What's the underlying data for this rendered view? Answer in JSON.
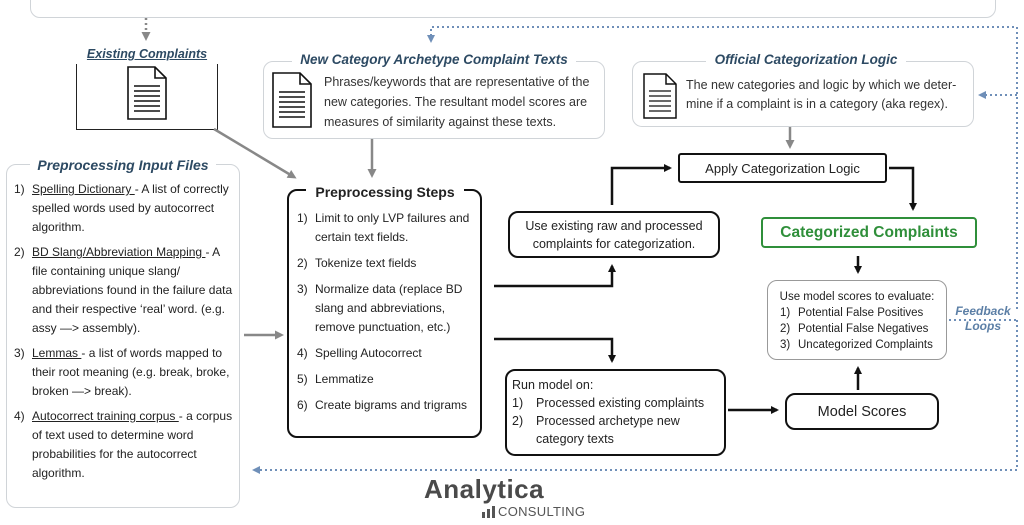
{
  "existing": {
    "title": "Existing Complaints"
  },
  "archetype": {
    "title": "New Category Archetype Complaint Texts",
    "text": "Phrases/keywords that are representative of the new categories. The resultant model scores are measures of similarity against these texts."
  },
  "logic": {
    "title": "Official Categorization Logic",
    "text": "The new categories and logic by which we deter-mine if a complaint is in a category (aka regex)."
  },
  "inputs": {
    "title": "Preprocessing Input Files",
    "items": [
      {
        "num": "1)",
        "term": "Spelling Dictionary ",
        "desc": "- A list of correctly spelled words used by autocorrect algorithm."
      },
      {
        "num": "2)",
        "term": "BD Slang/Abbreviation Mapping ",
        "desc": "- A file containing unique slang/ abbreviations found in the failure data and their respective ‘real’ word. (e.g. assy —> assembly)."
      },
      {
        "num": "3)",
        "term": "Lemmas ",
        "desc": "- a list of words mapped to their root meaning (e.g. break, broke, broken —> break)."
      },
      {
        "num": "4)",
        "term": "Autocorrect training corpus ",
        "desc": "- a corpus of text used to determine word probabilities for the autocorrect algorithm."
      }
    ]
  },
  "steps": {
    "title": "Preprocessing Steps",
    "items": [
      {
        "num": "1)",
        "text": "Limit to only LVP failures and certain text fields."
      },
      {
        "num": "2)",
        "text": "Tokenize text fields"
      },
      {
        "num": "3)",
        "text": "Normalize data (replace BD slang and abbreviations, remove punctuation, etc.)"
      },
      {
        "num": "4)",
        "text": "Spelling Autocorrect"
      },
      {
        "num": "5)",
        "text": "Lemmatize"
      },
      {
        "num": "6)",
        "text": "Create bigrams and trigrams"
      }
    ]
  },
  "use_existing": {
    "text": "Use existing raw and processed complaints for categorization."
  },
  "apply": {
    "text": "Apply Categorization Logic"
  },
  "categorized": {
    "text": "Categorized Complaints"
  },
  "evaluate": {
    "title": "Use model scores to evaluate:",
    "items": [
      {
        "num": "1)",
        "text": "Potential False Positives"
      },
      {
        "num": "2)",
        "text": "Potential False Negatives"
      },
      {
        "num": "3)",
        "text": "Uncategorized Complaints"
      }
    ]
  },
  "feedback": {
    "line1": "Feedback",
    "line2": "Loops"
  },
  "run_model": {
    "title": "Run model on:",
    "items": [
      {
        "num": "1)",
        "text": "Processed existing complaints"
      },
      {
        "num": "2)",
        "text": "Processed archetype new category texts"
      }
    ]
  },
  "scores": {
    "text": "Model Scores"
  },
  "logo": {
    "name": "Analytica",
    "sub": "CONSULTING"
  },
  "colors": {
    "accent_green": "#2f8f3a",
    "title_blue": "#2d4a63",
    "dotted_blue": "#6f8fb8"
  }
}
